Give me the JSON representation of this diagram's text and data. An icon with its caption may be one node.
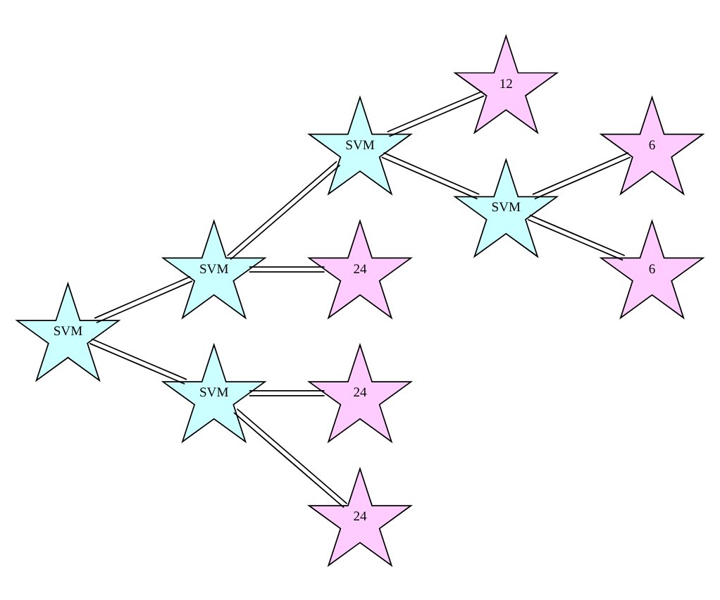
{
  "diagram": {
    "nodes": [
      {
        "text": [
          "SVM"
        ]
      },
      {
        "text": [
          "SVM"
        ]
      },
      {
        "text": [
          "SVM"
        ]
      },
      {
        "text": [
          "12"
        ]
      },
      {
        "text": [
          "SVM"
        ]
      },
      {
        "text": [
          "6"
        ]
      },
      {
        "text": [
          "6"
        ]
      },
      {
        "text": [
          "24"
        ]
      },
      {
        "text": [
          "SVM"
        ]
      },
      {
        "text": [
          "24"
        ]
      },
      {
        "text": [
          "24"
        ]
      }
    ],
    "edges": [
      {
        "from": 0,
        "to": 1,
        "arrow": "none"
      },
      {
        "from": 1,
        "to": 2,
        "arrow": "none"
      },
      {
        "from": 2,
        "to": 3,
        "arrow": "none"
      },
      {
        "from": 2,
        "to": 4,
        "arrow": "none"
      },
      {
        "from": 4,
        "to": 5,
        "arrow": "none"
      },
      {
        "from": 4,
        "to": 6,
        "arrow": "none"
      },
      {
        "from": 1,
        "to": 7,
        "arrow": "none"
      },
      {
        "from": 0,
        "to": 8,
        "arrow": "none"
      },
      {
        "from": 8,
        "to": 9,
        "arrow": "none"
      },
      {
        "from": 8,
        "to": 10,
        "arrow": "none"
      }
    ]
  }
}
